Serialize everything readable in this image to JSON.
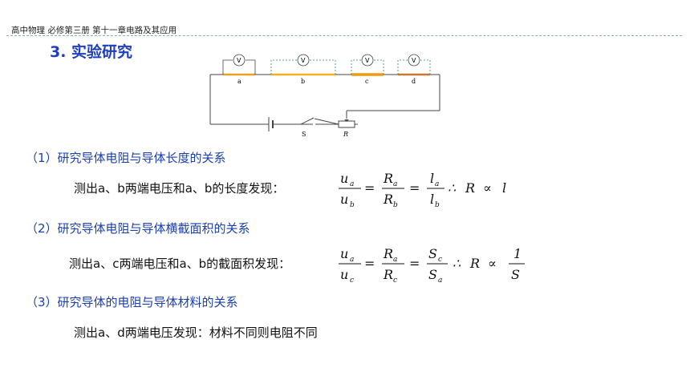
{
  "header": {
    "course": "高中物理  必修第三册 第十一章电路及其应用"
  },
  "section_title": "3. 实验研究",
  "circuit": {
    "segments": [
      "a",
      "b",
      "c",
      "d"
    ],
    "voltmeter_symbol": "V",
    "switch_label": "S",
    "rheostat_label": "R",
    "colors": {
      "wire": "#444444",
      "segment": "#e8a020",
      "voltmeter": "#2e8b57"
    }
  },
  "studies": [
    {
      "heading": "（1）研究导体电阻与导体长度的关系",
      "finding": "测出a、b两端电压和a、b的长度发现："
    },
    {
      "heading": "（2）研究导体电阻与导体横截面积的关系",
      "finding": "测出a、c两端电压和a、b的截面积发现："
    },
    {
      "heading": "（3）研究导体的电阻与导体材料的关系",
      "finding": "测出a、d两端电压发现：材料不同则电阻不同"
    }
  ],
  "formulas": {
    "length": {
      "u": "u",
      "R": "R",
      "l": "l",
      "sub_a": "a",
      "sub_b": "b",
      "eq": "=",
      "therefore": "∴",
      "concl_R": "R",
      "prop": "∝",
      "concl_var": "l"
    },
    "area": {
      "u": "u",
      "R": "R",
      "S": "S",
      "sub_a": "a",
      "sub_c": "c",
      "eq": "=",
      "therefore": "∴",
      "concl_R": "R",
      "prop": "∝",
      "one": "1",
      "concl_S": "S"
    }
  }
}
